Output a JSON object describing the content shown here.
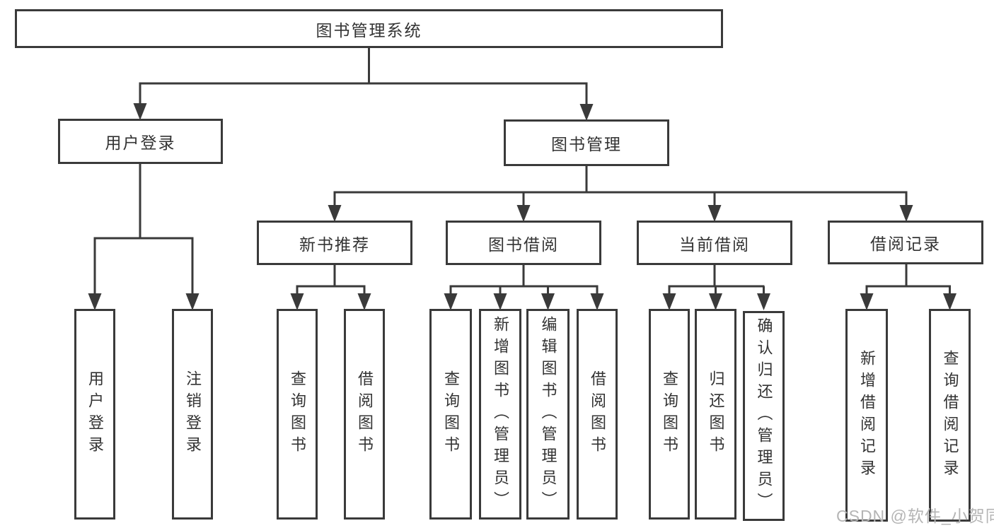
{
  "tree": {
    "label": "图书管理系统",
    "children": [
      {
        "label": "用户登录",
        "children": [
          {
            "label": "用户登录"
          },
          {
            "label": "注销登录"
          }
        ]
      },
      {
        "label": "图书管理",
        "children": [
          {
            "label": "新书推荐",
            "children": [
              {
                "label": "查询图书"
              },
              {
                "label": "借阅图书"
              }
            ]
          },
          {
            "label": "图书借阅",
            "children": [
              {
                "label": "查询图书"
              },
              {
                "label": "新增图书（管理员）"
              },
              {
                "label": "编辑图书（管理员）"
              },
              {
                "label": "借阅图书"
              }
            ]
          },
          {
            "label": "当前借阅",
            "children": [
              {
                "label": "查询图书"
              },
              {
                "label": "归还图书"
              },
              {
                "label": "确认归还（管理员）"
              }
            ]
          },
          {
            "label": "借阅记录",
            "children": [
              {
                "label": "新增借阅记录"
              },
              {
                "label": "查询借阅记录"
              }
            ]
          }
        ]
      }
    ]
  },
  "watermark": {
    "text": "CSDN @软件_小贺同学"
  },
  "colors": {
    "line": "#3a3a3a",
    "ink": "#333333",
    "watermark": "#b5b5b5",
    "background": "#ffffff"
  }
}
